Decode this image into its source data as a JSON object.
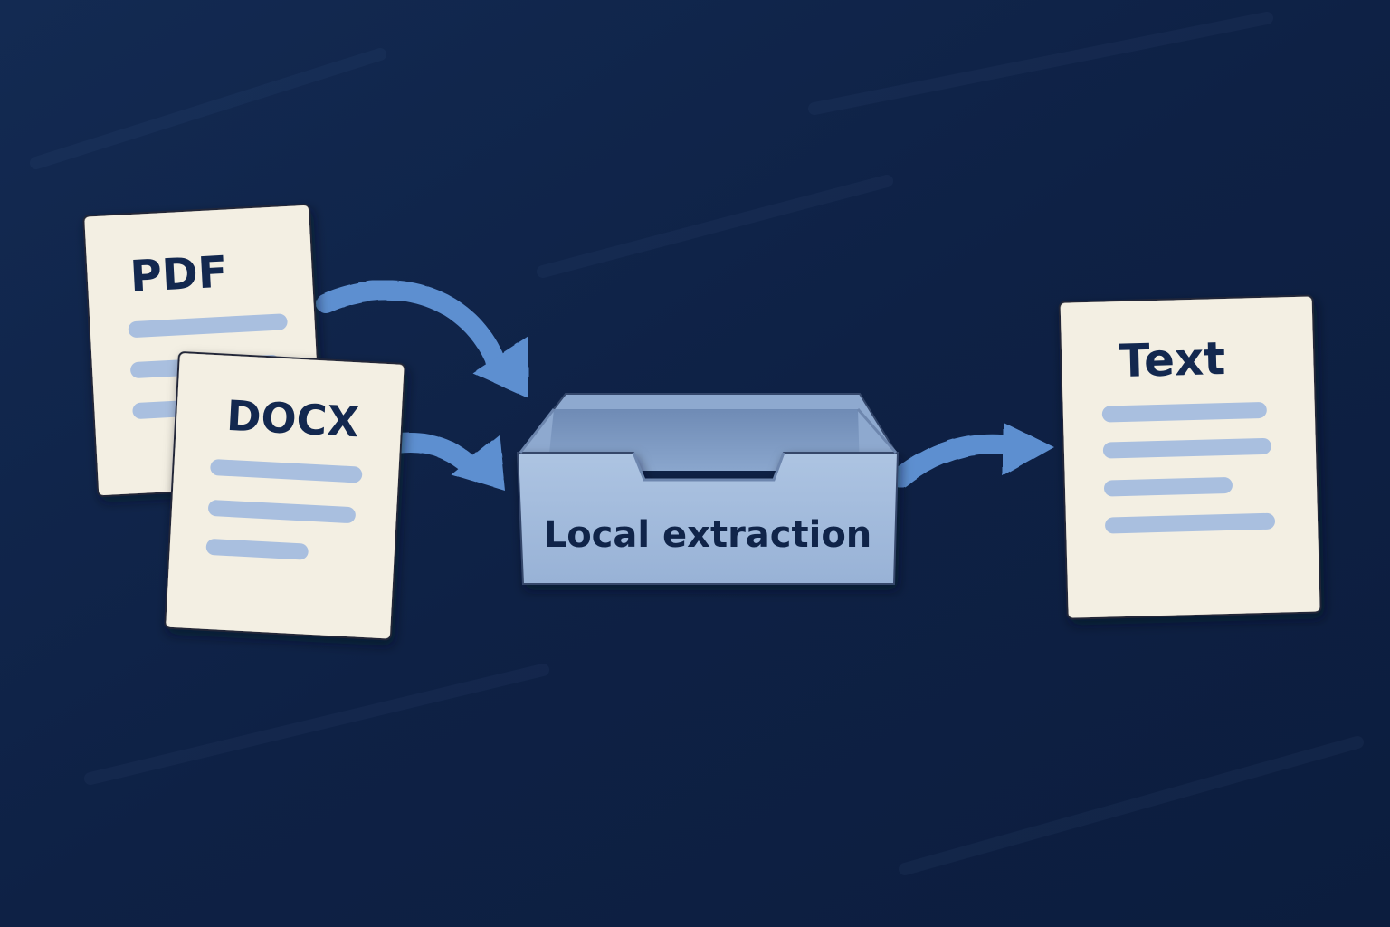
{
  "colors": {
    "background": "#0f2347",
    "paper": "#f3efe3",
    "paper_edge": "#202838",
    "text_line": "#a9bfdf",
    "arrow": "#5d8fd0",
    "tray": "#a3bcdc",
    "tray_inner": "#7f9bc3",
    "label_text": "#102449"
  },
  "diagram": {
    "nodes": {
      "pdf": {
        "label": "PDF",
        "icon": "document-icon"
      },
      "docx": {
        "label": "DOCX",
        "icon": "document-icon"
      },
      "extractor": {
        "label": "Local extraction",
        "icon": "inbox-tray-icon"
      },
      "text": {
        "label": "Text",
        "icon": "document-icon"
      }
    },
    "edges": [
      {
        "from": "pdf",
        "to": "extractor"
      },
      {
        "from": "docx",
        "to": "extractor"
      },
      {
        "from": "extractor",
        "to": "text"
      }
    ]
  }
}
